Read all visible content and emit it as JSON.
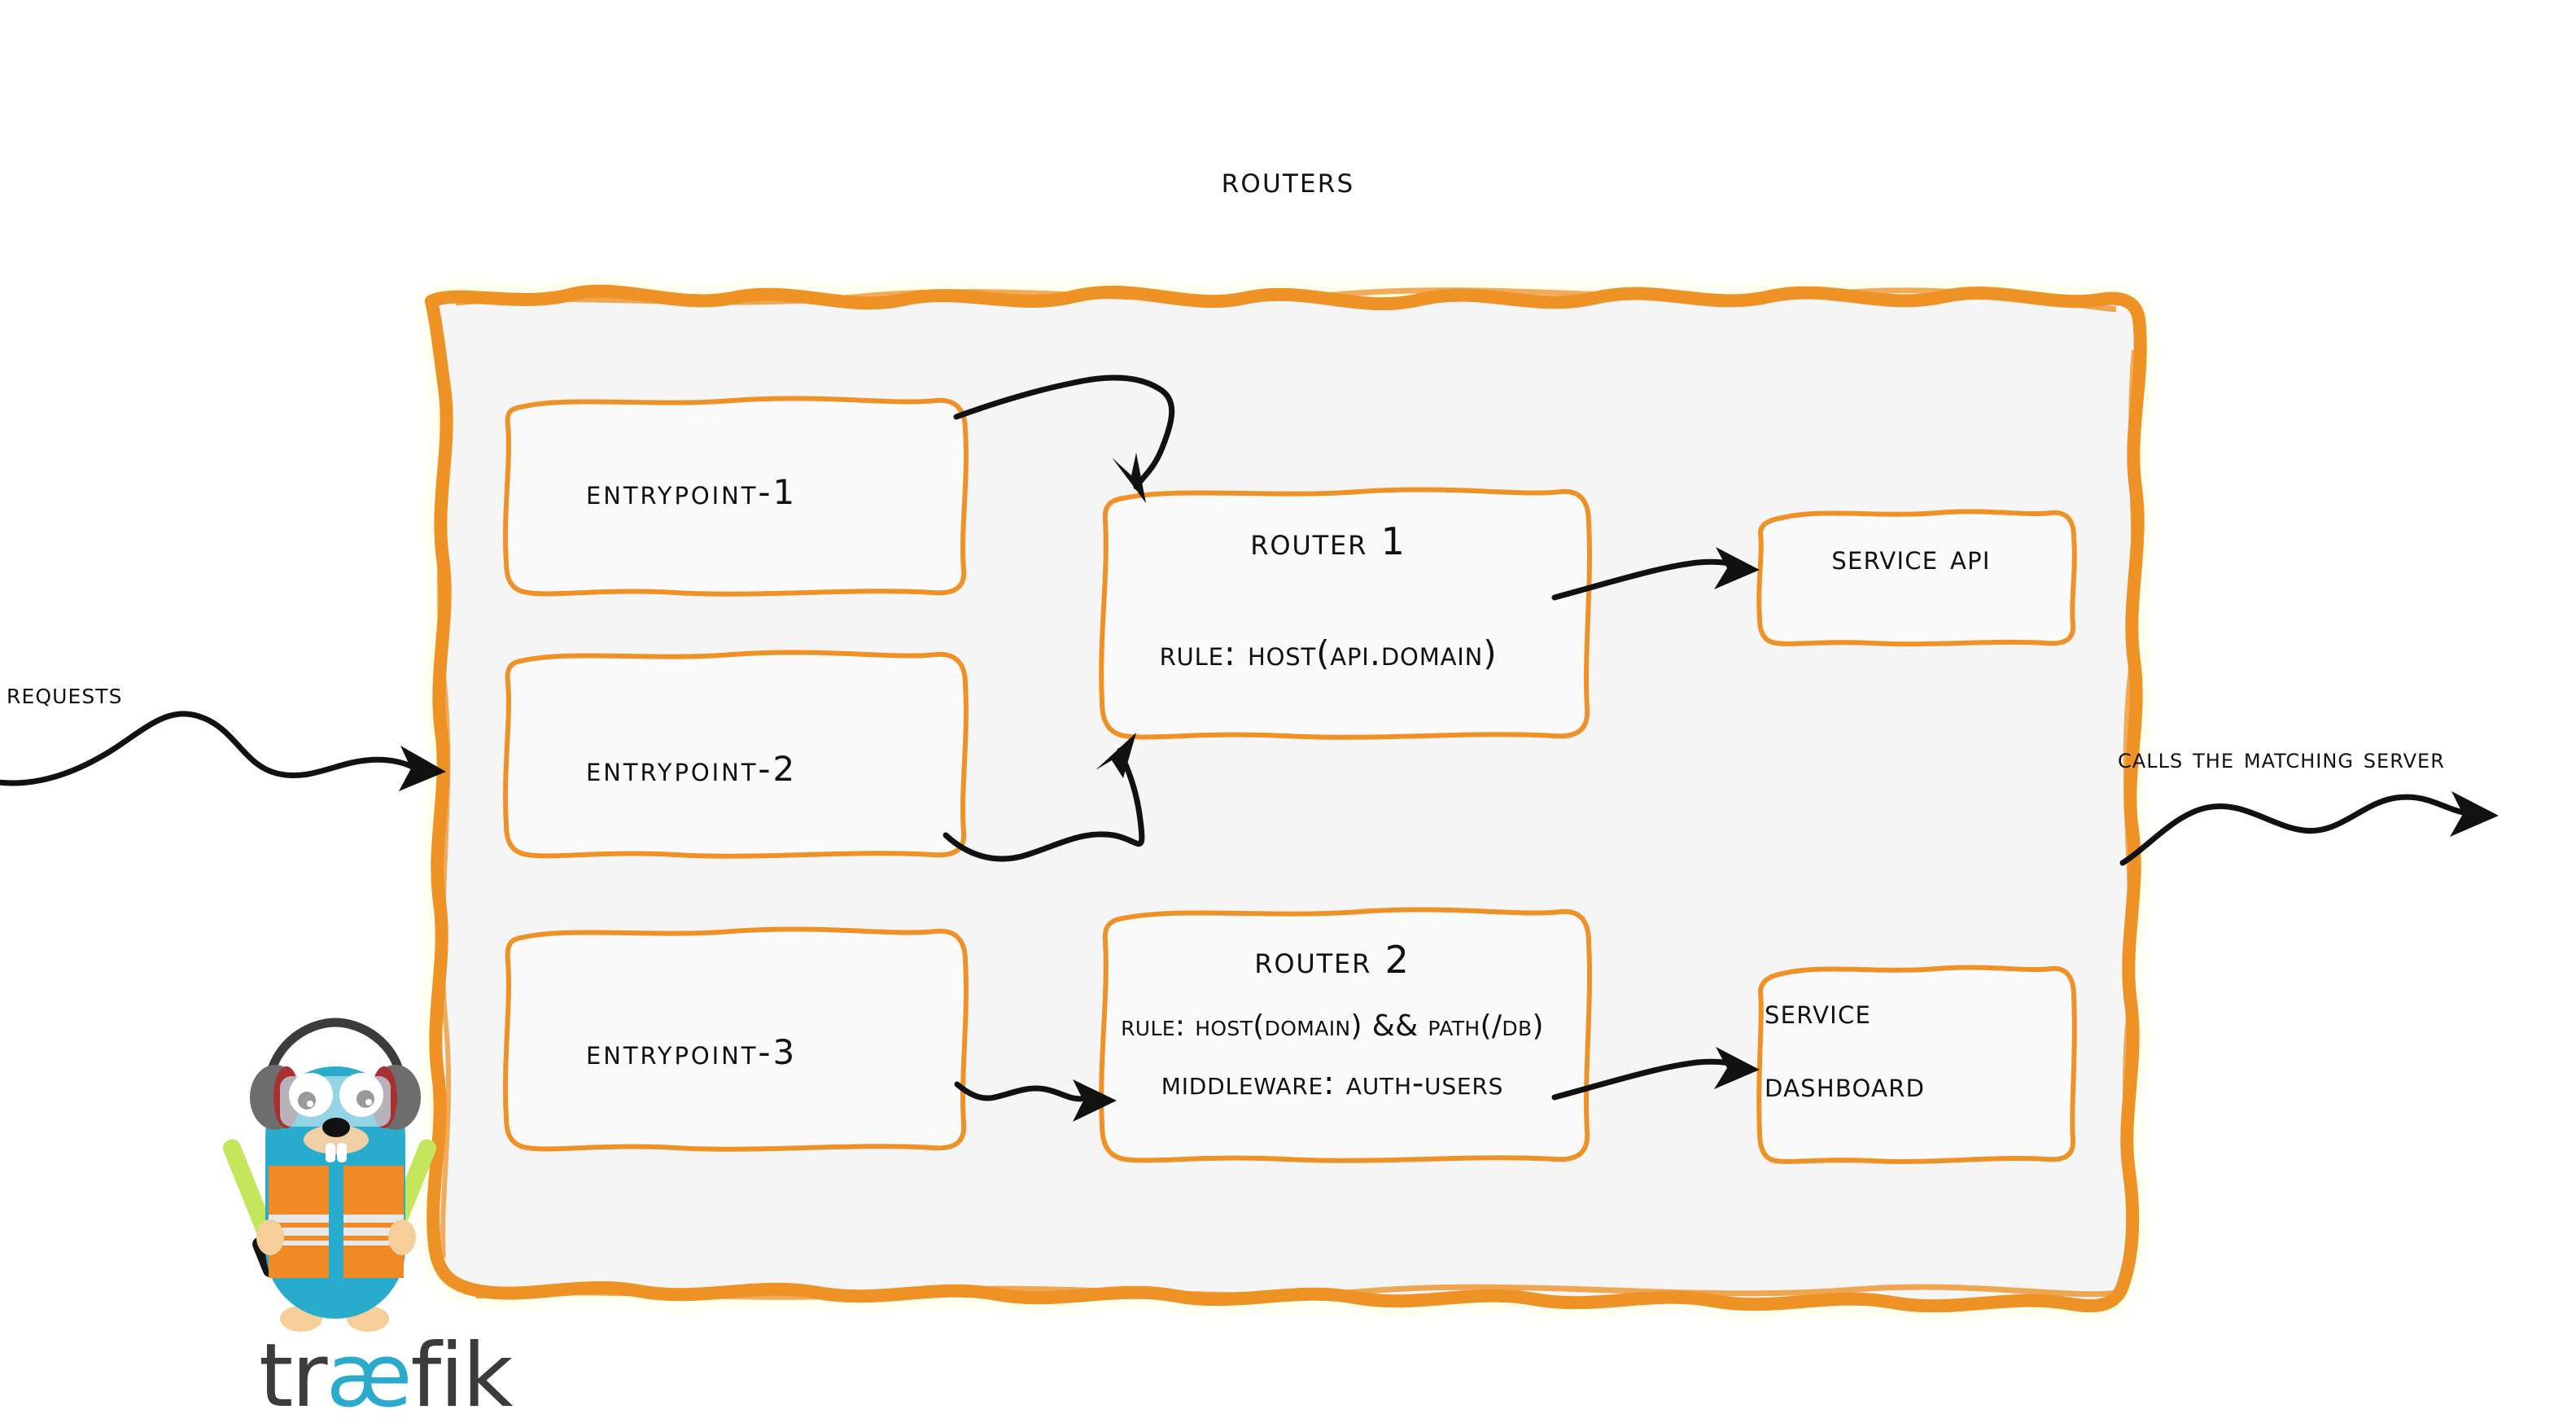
{
  "diagram": {
    "title": "Routers",
    "product": "traefik",
    "colors": {
      "accent_orange": "#EE9228",
      "panel_fill": "#F5F5F5",
      "box_fill": "#FAFAFA",
      "ink": "#111111",
      "gopher_blue": "#29ABCE",
      "gopher_vest": "#F08A24",
      "wordmark_dark": "#3B3B3B",
      "wordmark_accent": "#2AABCE"
    }
  },
  "labels": {
    "requests": "Requests",
    "calls_matching_server": "Calls the matching server"
  },
  "entrypoints": [
    {
      "id": "entrypoint-1",
      "label": "entrypoint-1"
    },
    {
      "id": "entrypoint-2",
      "label": "entrypoint-2"
    },
    {
      "id": "entrypoint-3",
      "label": "entrypoint-3"
    }
  ],
  "routers": [
    {
      "id": "router-1",
      "title": "Router 1",
      "rule": "rule: Host(api.domain)"
    },
    {
      "id": "router-2",
      "title": "Router 2",
      "rule": "rule: Host(domain) && Path(/db)",
      "middleware": "Middleware: auth-users"
    }
  ],
  "services": [
    {
      "id": "service-api",
      "label": "Service API"
    },
    {
      "id": "service-dashboard",
      "line1": "Service",
      "line2": "Dashboard"
    }
  ],
  "connections": [
    {
      "from": "entrypoint-1",
      "to": "router-1"
    },
    {
      "from": "entrypoint-2",
      "to": "router-1"
    },
    {
      "from": "entrypoint-3",
      "to": "router-2"
    },
    {
      "from": "router-1",
      "to": "service-api"
    },
    {
      "from": "router-2",
      "to": "service-dashboard"
    },
    {
      "from": "requests",
      "to": "routers-panel"
    },
    {
      "from": "routers-panel",
      "to": "calls-matching-server"
    }
  ],
  "logo": {
    "wordmark_prefix": "tr",
    "wordmark_ligature": "æ",
    "wordmark_suffix": "fik",
    "mascot": "gopher-mascot"
  }
}
